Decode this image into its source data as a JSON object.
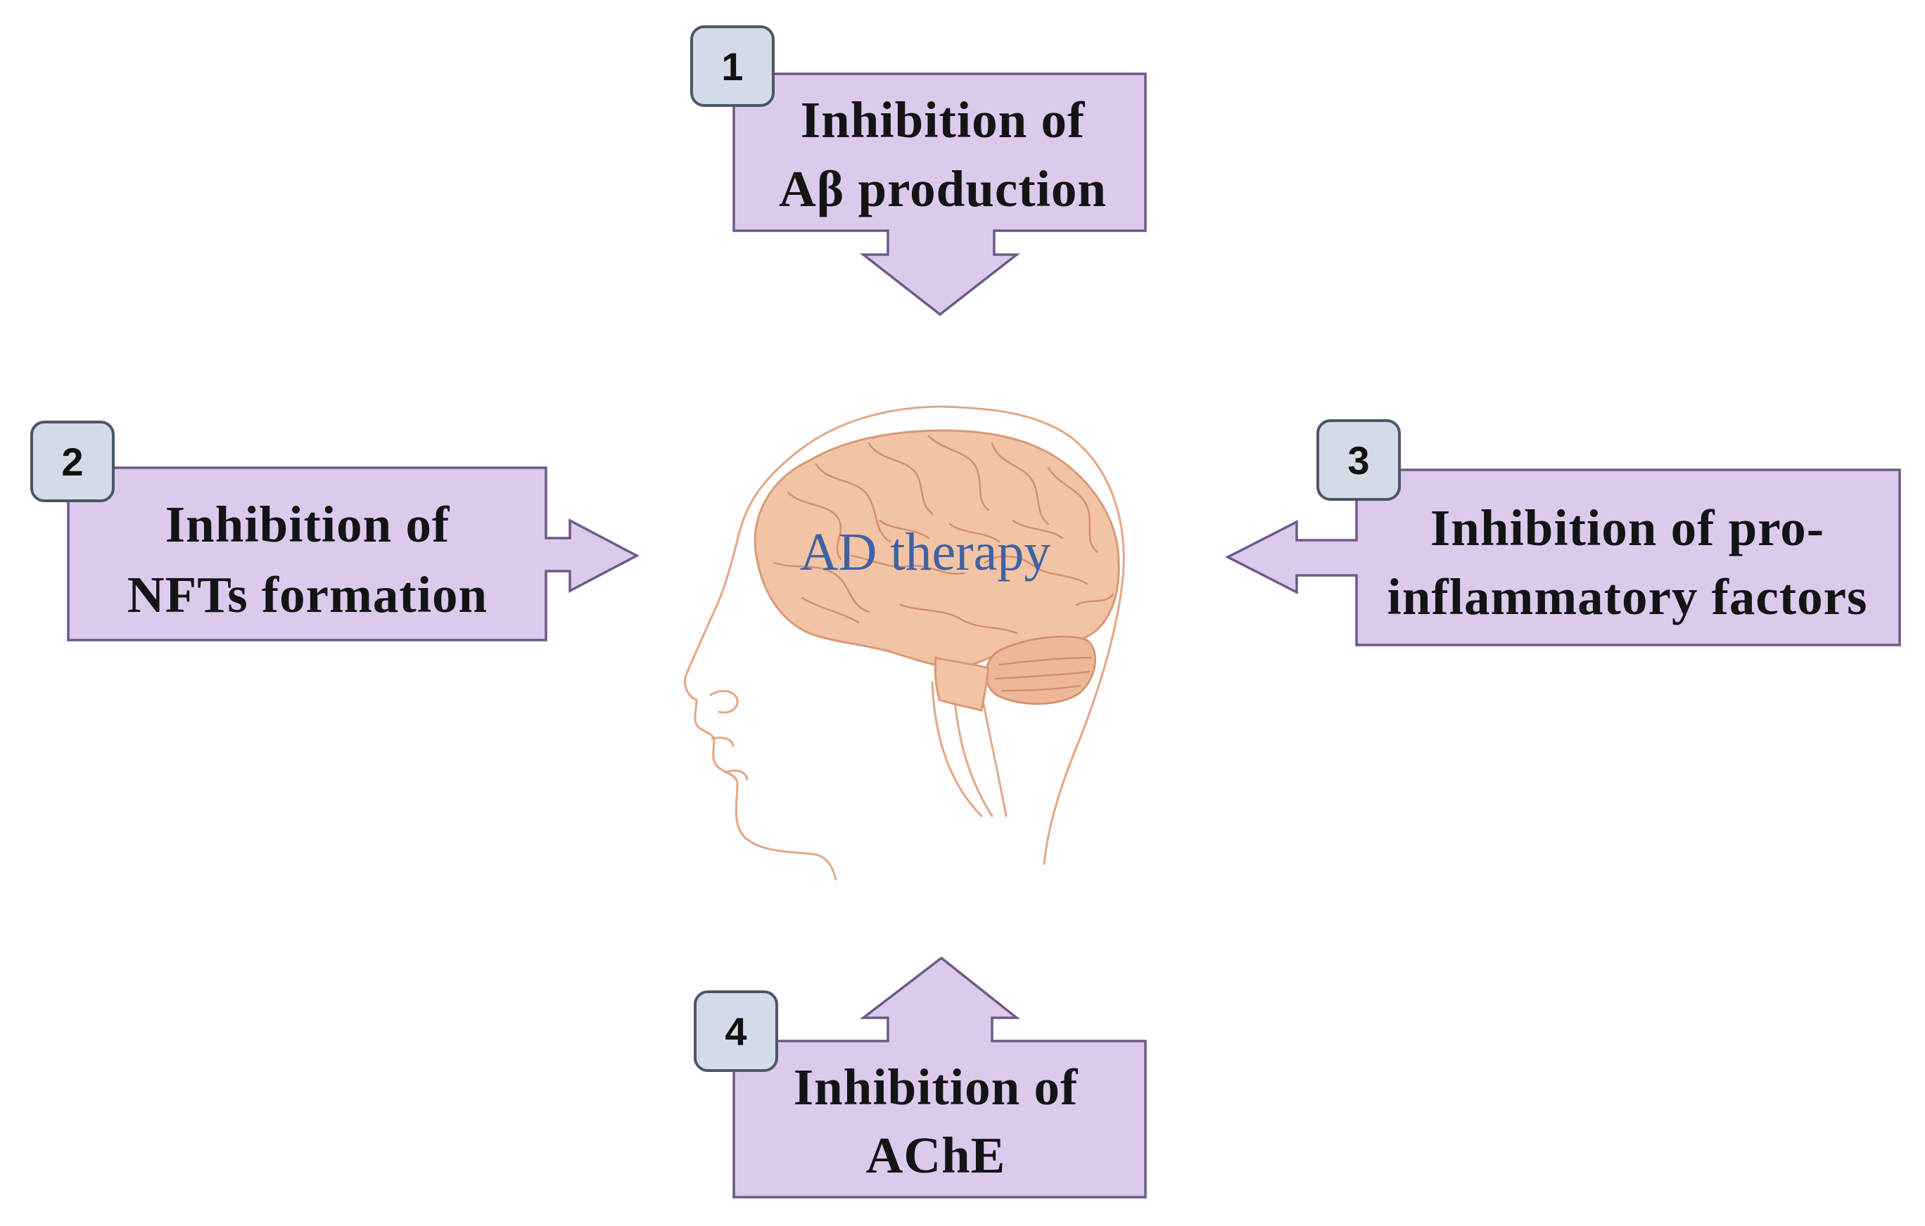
{
  "center": {
    "label": "AD therapy"
  },
  "callouts": [
    {
      "number": "1",
      "line1": "Inhibition of",
      "line2": "Aβ production"
    },
    {
      "number": "2",
      "line1": "Inhibition of",
      "line2": "NFTs formation"
    },
    {
      "number": "3",
      "line1": "Inhibition of pro-",
      "line2": "inflammatory factors"
    },
    {
      "number": "4",
      "line1": "Inhibition of",
      "line2": "AChE"
    }
  ],
  "colors": {
    "callout_fill": "#dccaed",
    "callout_border": "#6d5a86",
    "badge_fill": "#d2dbe7",
    "center_text": "#3f62a3",
    "brain_fill": "#f2c3a4"
  },
  "icons": {
    "center_illustration": "head-brain-icon"
  }
}
